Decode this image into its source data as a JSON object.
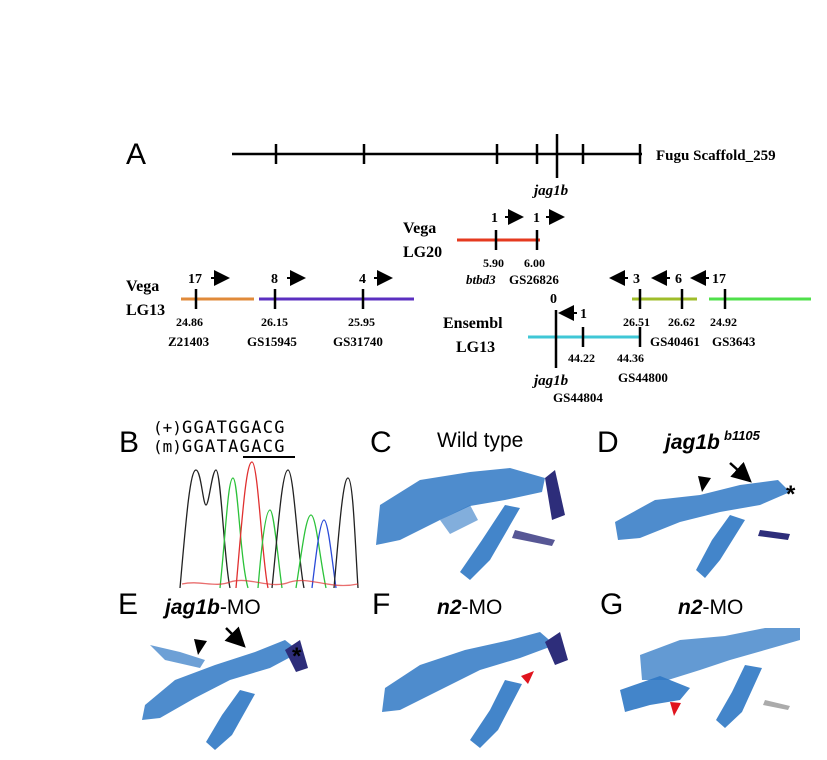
{
  "colors": {
    "vega_lg20": "#e53a1f",
    "vega_lg13_left": "#e08a3a",
    "vega_lg13_mid": "#5b2fc0",
    "ensembl_lg13": "#3fc7d6",
    "segment_olive": "#9fbd2a",
    "segment_green": "#4fe04a",
    "cartilage_blue": "#2f78c4",
    "red_arrowhead": "#e0141e"
  },
  "panel_a": {
    "letter": "A",
    "fugu_label": "Fugu Scaffold_259",
    "jag1b_label": "jag1b",
    "vega_lg20": {
      "title1": "Vega",
      "title2": "LG20",
      "arrow_nums": [
        "1",
        "1"
      ],
      "positions": [
        "5.90",
        "6.00"
      ],
      "genes": [
        "btbd3",
        "GS26826"
      ]
    },
    "vega_lg13": {
      "title1": "Vega",
      "title2": "LG13",
      "arrow_nums": [
        "17",
        "8",
        "4"
      ],
      "positions": [
        "24.86",
        "26.15",
        "25.95"
      ],
      "genes": [
        "Z21403",
        "GS15945",
        "GS31740"
      ]
    },
    "ensembl_lg13": {
      "title1": "Ensembl",
      "title2": "LG13",
      "zero": "0",
      "arrow_num": "1",
      "positions": [
        "44.22",
        "44.36"
      ],
      "genes": [
        "jag1b",
        "GS44804",
        "GS44800"
      ]
    },
    "right_group": {
      "arrow_nums": [
        "3",
        "6",
        "17"
      ],
      "positions": [
        "26.51",
        "26.62",
        "24.92"
      ],
      "genes": [
        "GS40461",
        "GS3643"
      ]
    }
  },
  "panel_b": {
    "letter": "B",
    "row_plus_label": "(+)",
    "row_plus_seq": "GGATGGACG",
    "row_m_label": "(m)",
    "row_m_seq": "GGATAGACG"
  },
  "panels": [
    {
      "letter": "C",
      "title": "Wild type",
      "superscript": ""
    },
    {
      "letter": "D",
      "title": "jag1b",
      "superscript": "b1105"
    },
    {
      "letter": "E",
      "title": "jag1b",
      "suffix": "-MO"
    },
    {
      "letter": "F",
      "title": "n2",
      "suffix": "-MO"
    },
    {
      "letter": "G",
      "title": "n2",
      "suffix": "-MO"
    }
  ],
  "asterisk": "*"
}
